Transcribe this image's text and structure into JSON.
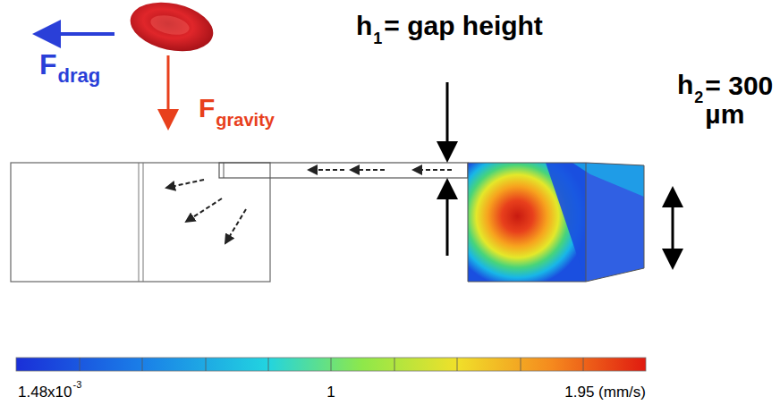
{
  "diagram": {
    "labels": [
      "F",
      "drag",
      "F",
      "gravity",
      "h",
      "1",
      "= gap height",
      "h",
      "2",
      "= 300 µm",
      "1.48x10",
      "-3",
      "1",
      "1.95 (mm/s)"
    ]
  }
}
